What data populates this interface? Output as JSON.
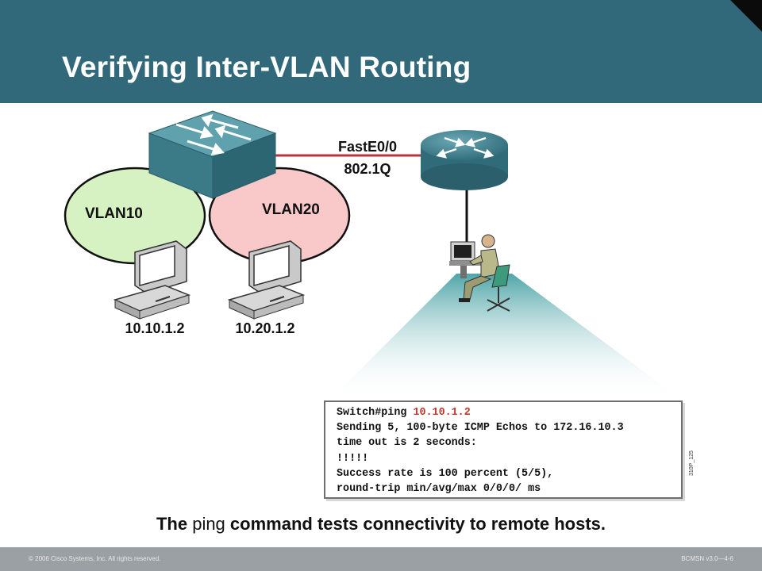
{
  "slide": {
    "title": "Verifying Inter-VLAN Routing",
    "footer_copyright": "© 2006 Cisco Systems, Inc. All rights reserved.",
    "footer_code": "BCMSN v3.0—4-6",
    "figure_id": "310P_125"
  },
  "diagram": {
    "link_label_line1": "FastE0/0",
    "link_label_line2": "802.1Q",
    "vlan_a": "VLAN10",
    "vlan_b": "VLAN20",
    "host_a_ip": "10.10.1.2",
    "host_b_ip": "10.20.1.2"
  },
  "terminal": {
    "prompt": "Switch#ping ",
    "ping_target": "10.10.1.2",
    "line2": "Sending 5, 100-byte ICMP Echos to 172.16.10.3",
    "line3": "time out is 2 seconds:",
    "line4": "!!!!!",
    "line5": "Success rate is 100 percent (5/5),",
    "line6": "round-trip min/avg/max 0/0/0/ ms"
  },
  "caption": {
    "prefix": "The",
    "command": "ping",
    "suffix": "command tests connectivity to remote hosts."
  },
  "colors": {
    "header": "#31697a",
    "vlan10_fill": "#d6f2c2",
    "vlan20_fill": "#f9c9c9",
    "link": "#b5353c",
    "switch_top": "#4f8e9b",
    "ping_target": "#c0392b"
  }
}
